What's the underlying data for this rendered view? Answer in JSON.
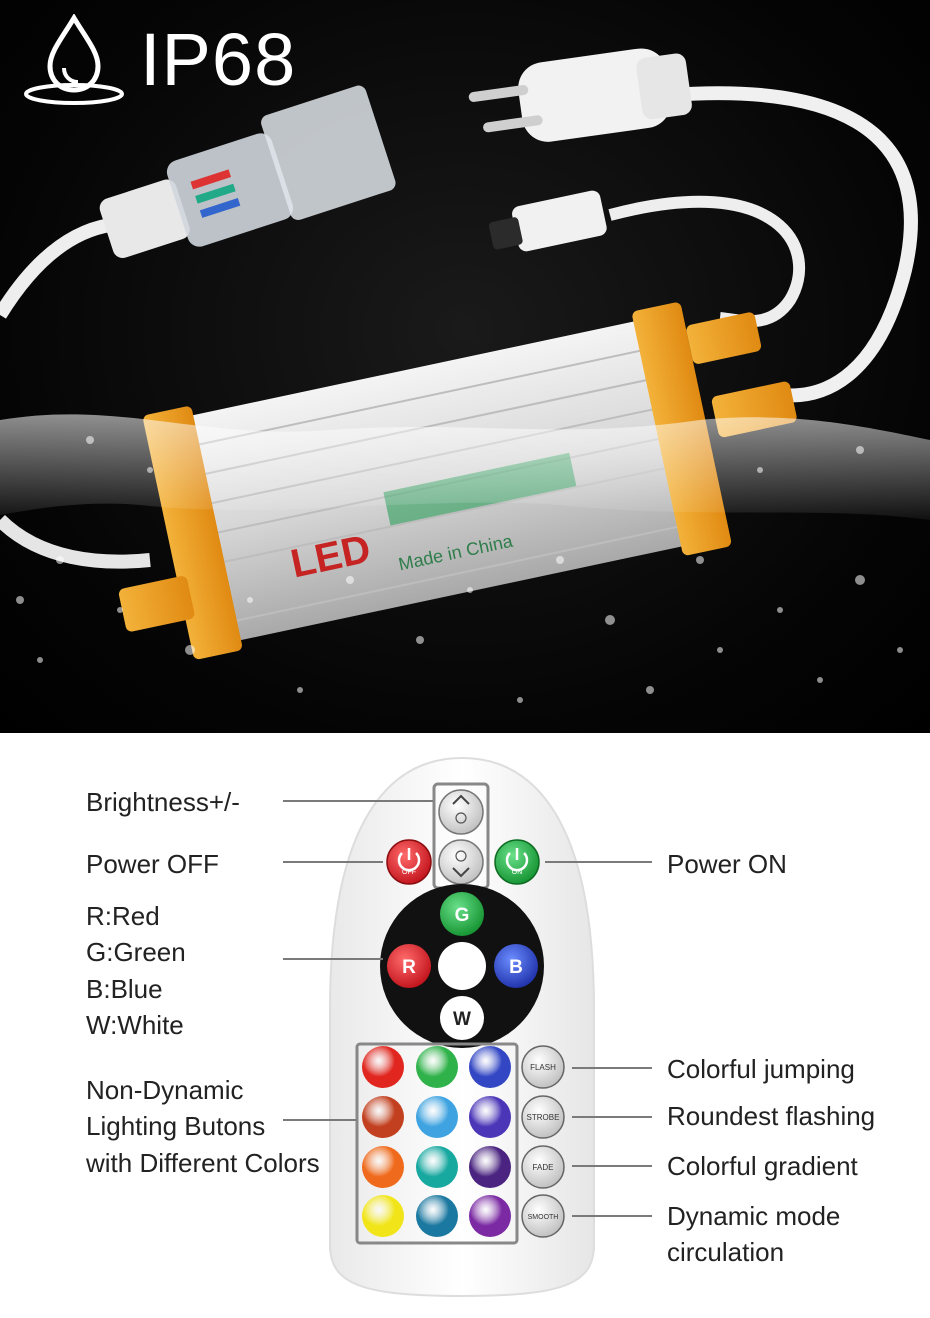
{
  "hero": {
    "badge_text": "IP68",
    "controller_print": [
      "LED",
      "Made in China"
    ]
  },
  "remote": {
    "small_button_labels": {
      "off": "OFF",
      "on": "ON",
      "flash": "FLASH",
      "strobe": "STROBE",
      "fade": "FADE",
      "smooth": "SMOOTH"
    },
    "color_wheel": {
      "g": "G",
      "r": "R",
      "b": "B",
      "w": "W"
    },
    "color_grid": [
      [
        "#e0261f",
        "#2fb24a",
        "#3347c4"
      ],
      [
        "#c2401f",
        "#3ea3e0",
        "#4b36b8"
      ],
      [
        "#ef6a1c",
        "#17a8a0",
        "#4a2480"
      ],
      [
        "#f1e51a",
        "#1b78a0",
        "#7b2aa3"
      ]
    ]
  },
  "labels": {
    "brightness": "Brightness+/-",
    "power_off": "Power OFF",
    "power_on": "Power ON",
    "rgbw": [
      "R:Red",
      "G:Green",
      "B:Blue",
      "W:White"
    ],
    "non_dynamic": [
      "Non-Dynamic",
      "Lighting Butons",
      "with Different Colors"
    ],
    "flash": "Colorful jumping",
    "strobe": "Roundest flashing",
    "fade": "Colorful gradient",
    "smooth": [
      "Dynamic mode",
      "circulation"
    ]
  }
}
